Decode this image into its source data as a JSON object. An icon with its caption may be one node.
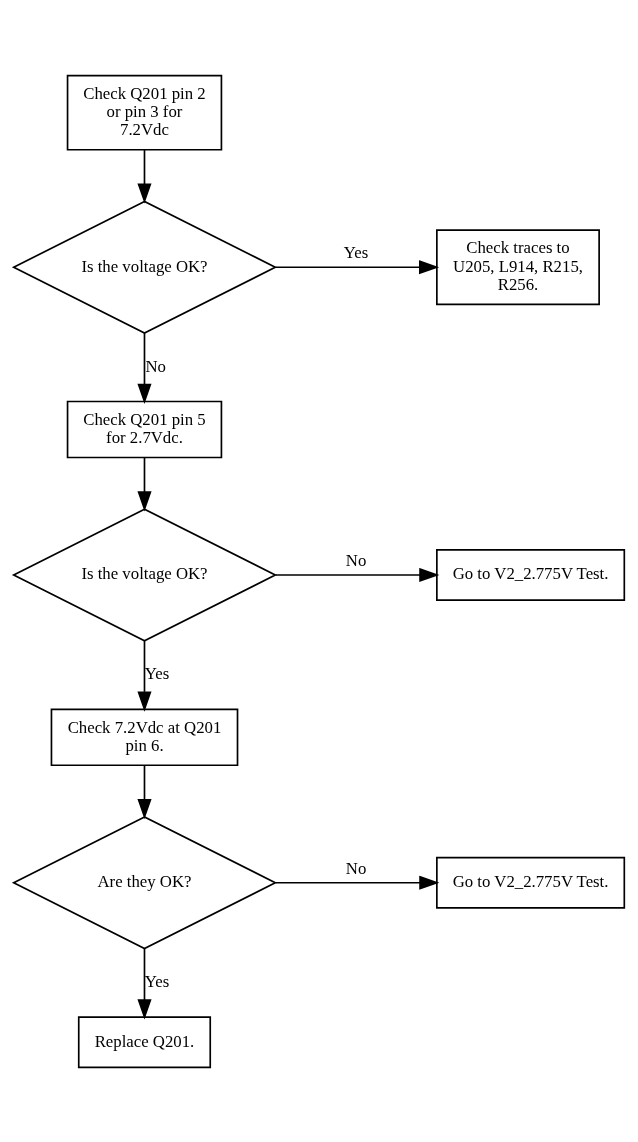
{
  "diagram": {
    "nodes": [
      {
        "text": [
          "Check Q201 pin 2 or pin 3 for 7.2Vdc"
        ]
      },
      {
        "text": [
          "Is the voltage OK?"
        ]
      },
      {
        "text": [
          "Check traces to U205, L914, R215, R256."
        ]
      },
      {
        "text": [
          "Check Q201 pin 5 for 2.7Vdc."
        ]
      },
      {
        "text": [
          "Is the voltage OK?"
        ]
      },
      {
        "text": [
          "Go to V2_2.775V Test."
        ]
      },
      {
        "text": [
          "Check 7.2Vdc at Q201 pin 6."
        ]
      },
      {
        "text": [
          "Are they OK?"
        ]
      },
      {
        "text": [
          "Go to V2_2.775V Test."
        ]
      },
      {
        "text": [
          "Replace Q201."
        ]
      }
    ],
    "edges": [
      {
        "from": 0,
        "to": 1,
        "arrow": "to"
      },
      {
        "from": 1,
        "to": 2,
        "arrow": "to",
        "label": "Yes"
      },
      {
        "from": 1,
        "to": 3,
        "arrow": "to",
        "label": "No"
      },
      {
        "from": 3,
        "to": 4,
        "arrow": "to"
      },
      {
        "from": 4,
        "to": 5,
        "arrow": "to",
        "label": "No"
      },
      {
        "from": 4,
        "to": 6,
        "arrow": "to",
        "label": "Yes"
      },
      {
        "from": 6,
        "to": 7,
        "arrow": "to"
      },
      {
        "from": 7,
        "to": 8,
        "arrow": "to",
        "label": "No"
      },
      {
        "from": 7,
        "to": 9,
        "arrow": "to",
        "label": "Yes"
      }
    ]
  }
}
